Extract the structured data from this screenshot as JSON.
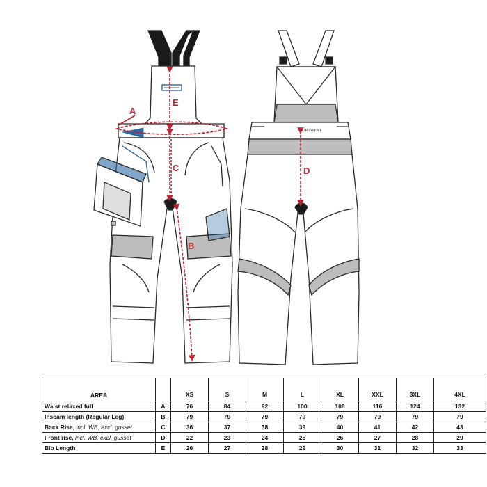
{
  "figure": {
    "dimension_letters": [
      "A",
      "B",
      "C",
      "D",
      "E"
    ],
    "back_label": "PORTWEST",
    "colors": {
      "line": "#2a2a2a",
      "panel_grey": "#bdbdbd",
      "measure_red": "#c0232d",
      "accent_blue": "#2f6aa3",
      "strap_black": "#1a1a1a"
    }
  },
  "table": {
    "header_area": "AREA",
    "sizes": [
      "XS",
      "S",
      "M",
      "L",
      "XL",
      "XXL",
      "3XL",
      "4XL"
    ],
    "rows": [
      {
        "label": "Waist relaxed full",
        "note": "",
        "letter": "A",
        "values": [
          "76",
          "84",
          "92",
          "100",
          "108",
          "116",
          "124",
          "132"
        ]
      },
      {
        "label": "Inseam length (Regular Leg)",
        "note": "",
        "letter": "B",
        "values": [
          "79",
          "79",
          "79",
          "79",
          "79",
          "79",
          "79",
          "79"
        ]
      },
      {
        "label": "Back Rise, ",
        "note": "incl. WB, excl. gusset",
        "letter": "C",
        "values": [
          "36",
          "37",
          "38",
          "39",
          "40",
          "41",
          "42",
          "43"
        ]
      },
      {
        "label": "Front rise, ",
        "note": "incl. WB, excl. gusset",
        "letter": "D",
        "values": [
          "22",
          "23",
          "24",
          "25",
          "26",
          "27",
          "28",
          "29"
        ]
      },
      {
        "label": "Bib Length",
        "note": "",
        "letter": "E",
        "values": [
          "26",
          "27",
          "28",
          "29",
          "30",
          "31",
          "32",
          "33"
        ]
      }
    ]
  }
}
